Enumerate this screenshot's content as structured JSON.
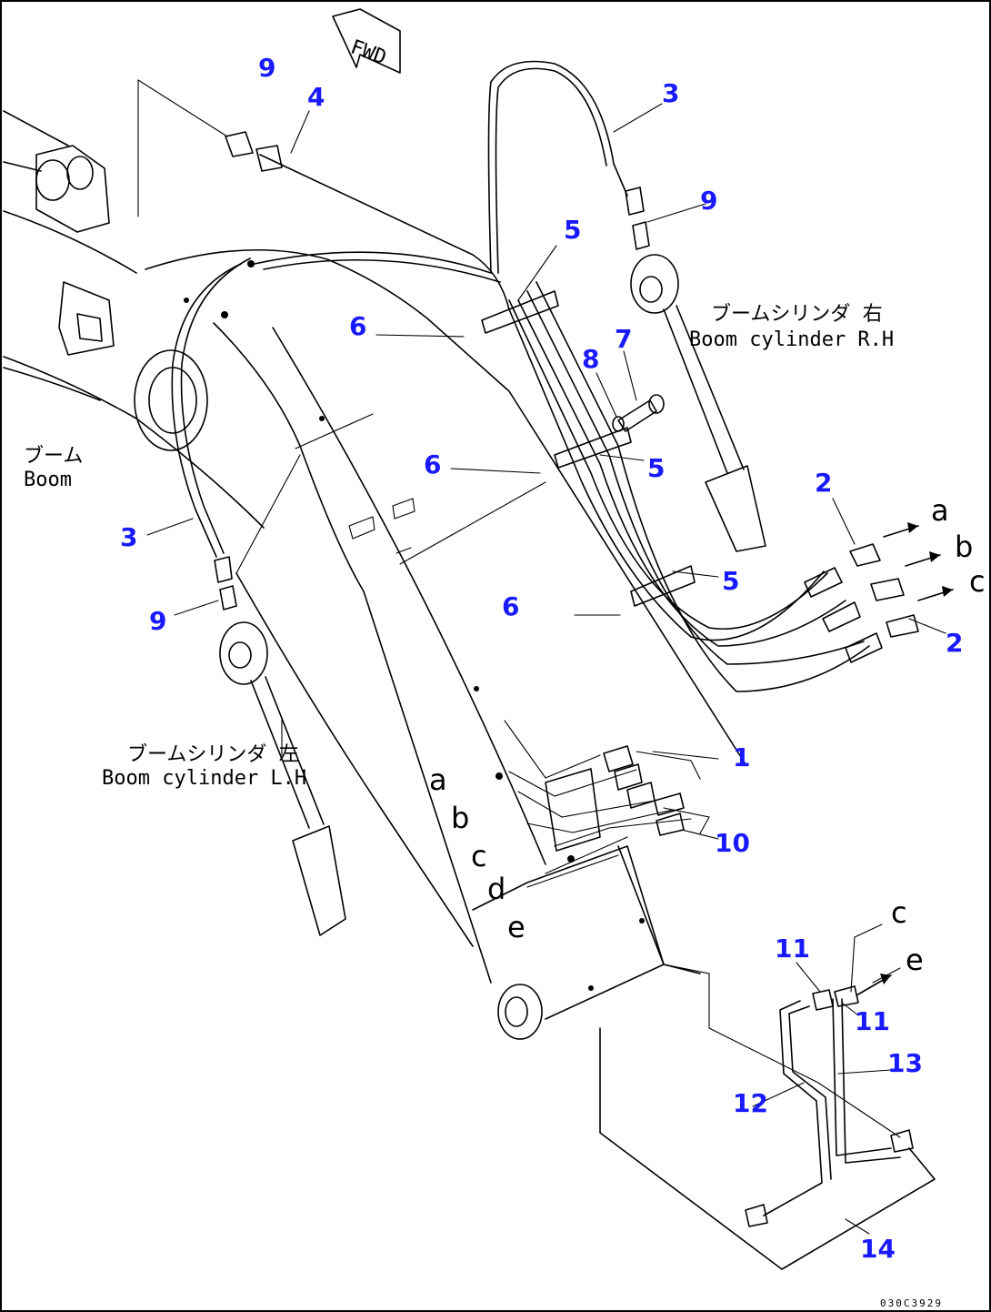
{
  "fwd_mark": "FWD",
  "labels": {
    "boom_jp": "ブーム",
    "boom_en": "Boom",
    "cyl_rh_jp": "ブームシリンダ 右",
    "cyl_rh_en": "Boom cylinder R.H",
    "cyl_lh_jp": "ブームシリンダ 左",
    "cyl_lh_en": "Boom cylinder L.H"
  },
  "part_numbers": [
    "1",
    "2",
    "2",
    "3",
    "3",
    "4",
    "5",
    "5",
    "5",
    "6",
    "6",
    "6",
    "7",
    "8",
    "9",
    "9",
    "9",
    "10",
    "11",
    "11",
    "12",
    "13",
    "14"
  ],
  "connection_letters": [
    "a",
    "b",
    "c",
    "d",
    "e",
    "a",
    "b",
    "c",
    "c",
    "e"
  ],
  "drawing_code": "030C3929"
}
